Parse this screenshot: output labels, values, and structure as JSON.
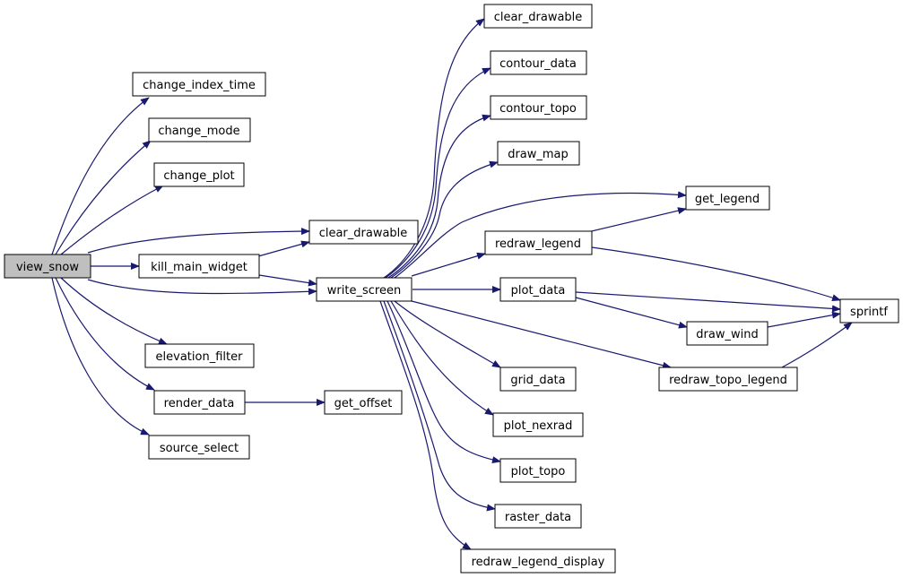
{
  "graph": {
    "root": "view_snow",
    "nodes": [
      "view_snow",
      "change_index_time",
      "change_mode",
      "change_plot",
      "clear_drawable",
      "kill_main_widget",
      "write_screen",
      "elevation_filter",
      "render_data",
      "get_offset",
      "source_select",
      "contour_data",
      "contour_topo",
      "draw_map",
      "get_legend",
      "redraw_legend",
      "plot_data",
      "sprintf",
      "draw_wind",
      "grid_data",
      "redraw_topo_legend",
      "plot_nexrad",
      "plot_topo",
      "raster_data",
      "redraw_legend_display"
    ],
    "edges": [
      [
        "view_snow",
        "change_index_time"
      ],
      [
        "view_snow",
        "change_mode"
      ],
      [
        "view_snow",
        "change_plot"
      ],
      [
        "view_snow",
        "clear_drawable"
      ],
      [
        "view_snow",
        "kill_main_widget"
      ],
      [
        "view_snow",
        "write_screen"
      ],
      [
        "view_snow",
        "elevation_filter"
      ],
      [
        "view_snow",
        "render_data"
      ],
      [
        "view_snow",
        "source_select"
      ],
      [
        "kill_main_widget",
        "clear_drawable"
      ],
      [
        "kill_main_widget",
        "write_screen"
      ],
      [
        "render_data",
        "get_offset"
      ],
      [
        "write_screen",
        "clear_drawable"
      ],
      [
        "write_screen",
        "contour_data"
      ],
      [
        "write_screen",
        "contour_topo"
      ],
      [
        "write_screen",
        "draw_map"
      ],
      [
        "write_screen",
        "get_legend"
      ],
      [
        "write_screen",
        "redraw_legend"
      ],
      [
        "write_screen",
        "plot_data"
      ],
      [
        "write_screen",
        "grid_data"
      ],
      [
        "write_screen",
        "redraw_topo_legend"
      ],
      [
        "write_screen",
        "plot_nexrad"
      ],
      [
        "write_screen",
        "plot_topo"
      ],
      [
        "write_screen",
        "raster_data"
      ],
      [
        "write_screen",
        "redraw_legend_display"
      ],
      [
        "redraw_legend",
        "get_legend"
      ],
      [
        "redraw_legend",
        "sprintf"
      ],
      [
        "plot_data",
        "sprintf"
      ],
      [
        "plot_data",
        "draw_wind"
      ],
      [
        "draw_wind",
        "sprintf"
      ],
      [
        "redraw_topo_legend",
        "sprintf"
      ]
    ]
  },
  "colors": {
    "edge": "#191970",
    "node_fill": "#ffffff",
    "root_fill": "#bfbfbf",
    "border": "#000000"
  }
}
